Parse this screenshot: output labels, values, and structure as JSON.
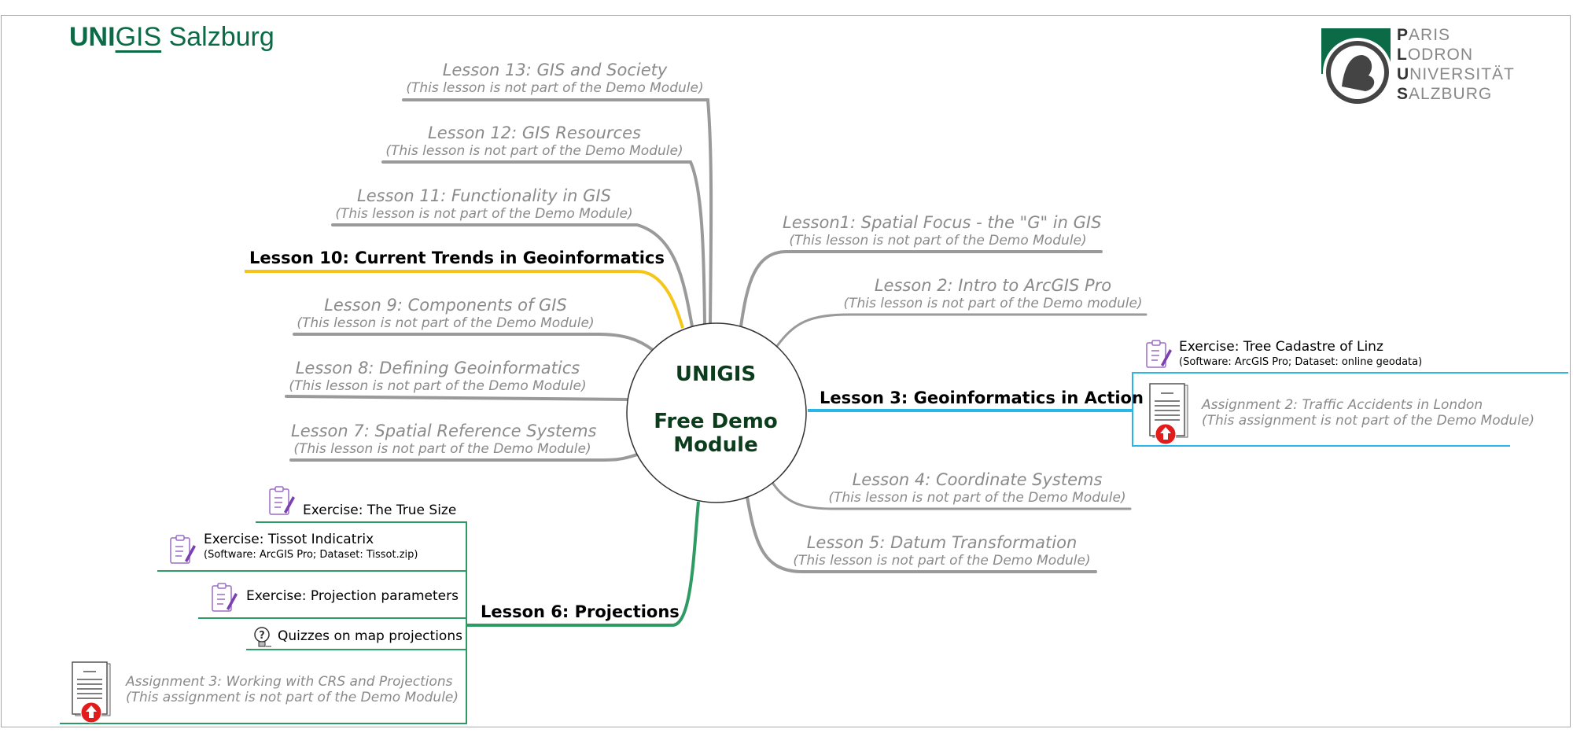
{
  "header": {
    "logo_text_bold_1": "UNI",
    "logo_text_mid": "GIS",
    "logo_text_rest": " Salzburg",
    "university_lines": [
      {
        "first": "P",
        "rest": "ARIS"
      },
      {
        "first": "L",
        "rest": "ODRON"
      },
      {
        "first": "U",
        "rest": "NIVERSITÄT"
      },
      {
        "first": "S",
        "rest": "ALZBURG"
      }
    ]
  },
  "center": {
    "line1": "UNIGIS",
    "line2": "Free Demo",
    "line3": "Module"
  },
  "lessons": {
    "l13": {
      "title": "Lesson 13: GIS and Society",
      "note": "(This lesson is not part of the Demo Module)"
    },
    "l12": {
      "title": "Lesson 12: GIS Resources",
      "note": "(This lesson is not part of the Demo Module)"
    },
    "l11": {
      "title": "Lesson 11: Functionality in GIS",
      "note": "(This lesson is not part of the Demo Module)"
    },
    "l10": {
      "title": "Lesson 10: Current Trends in Geoinformatics"
    },
    "l9": {
      "title": "Lesson 9: Components of GIS",
      "note": "(This lesson is not part of the Demo Module)"
    },
    "l8": {
      "title": "Lesson 8: Defining Geoinformatics",
      "note": "(This lesson is not part of the Demo Module)"
    },
    "l7": {
      "title": "Lesson 7: Spatial Reference Systems",
      "note": "(This lesson is not part of the Demo Module)"
    },
    "l1": {
      "title": "Lesson1: Spatial Focus - the \"G\" in GIS",
      "note": "(This lesson is not part of the Demo Module)"
    },
    "l2": {
      "title": "Lesson 2: Intro to ArcGIS Pro",
      "note": "(This lesson is not part of the Demo module)"
    },
    "l3": {
      "title": "Lesson 3: Geoinformatics in Action"
    },
    "l4": {
      "title": "Lesson 4: Coordinate Systems",
      "note": "(This lesson is not part of the Demo Module)"
    },
    "l5": {
      "title": "Lesson 5: Datum Transformation",
      "note": "(This lesson is not part of the Demo Module)"
    },
    "l6": {
      "title": "Lesson 6: Projections"
    }
  },
  "lesson3_children": {
    "exercise_title": "Exercise: Tree Cadastre of Linz",
    "exercise_sub": "(Software: ArcGIS Pro; Dataset: online geodata)",
    "assignment_title": "Assignment 2: Traffic Accidents in London",
    "assignment_note": "(This assignment is not part of the Demo Module)"
  },
  "lesson6_children": {
    "ex1": "Exercise: The True Size",
    "ex2_title": "Exercise: Tissot Indicatrix",
    "ex2_sub": "(Software: ArcGIS Pro; Dataset: Tissot.zip)",
    "ex3": "Exercise: Projection parameters",
    "quiz": "Quizzes on map projections",
    "assignment_title": "Assignment 3: Working with CRS and Projections",
    "assignment_note": "(This assignment is not part of the Demo Module)"
  },
  "colors": {
    "grey_branch": "#9a9a9a",
    "yellow_branch": "#f5c518",
    "blue_branch": "#29b6e8",
    "green_branch": "#2e9a64",
    "brand_green": "#0a6b46",
    "icon_purple": "#7b3fb0"
  }
}
